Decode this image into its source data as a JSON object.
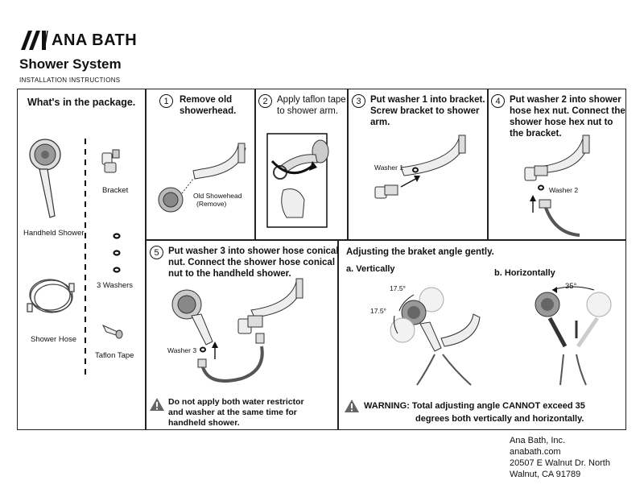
{
  "brand": {
    "name": "ANA BATH"
  },
  "header": {
    "title": "Shower System",
    "subtitle": "INSTALLATION INSTRUCTIONS"
  },
  "package": {
    "heading": "What's in the package.",
    "items": {
      "handheld": "Handheld Shower",
      "bracket": "Bracket",
      "washers": "3 Washers",
      "hose": "Shower Hose",
      "tape": "Taflon Tape"
    }
  },
  "steps": [
    {
      "num": "1",
      "lines": [
        "Remove old",
        "showerhead."
      ],
      "labels": [
        "Old Showehead",
        "(Remove)"
      ]
    },
    {
      "num": "2",
      "lines": [
        "Apply taflon tape",
        "to shower arm."
      ]
    },
    {
      "num": "3",
      "lines": [
        "Put washer 1 into bracket.",
        "Screw bracket to shower",
        "arm."
      ],
      "labels": [
        "Washer 1"
      ]
    },
    {
      "num": "4",
      "lines": [
        "Put washer 2 into shower",
        "hose hex nut. Connect the",
        "shower hose hex nut to",
        "the bracket."
      ],
      "labels": [
        "Washer 2"
      ]
    },
    {
      "num": "5",
      "lines": [
        "Put washer 3 into shower hose conical",
        "nut. Connect the shower hose conical",
        "nut to the handheld shower."
      ],
      "labels": [
        "Washer 3"
      ]
    }
  ],
  "notice": {
    "lines": [
      "Do not apply both water restrictor",
      "and washer at the same time for",
      "handheld shower."
    ]
  },
  "adjust": {
    "heading": "Adjusting the braket angle gently.",
    "vertical": "a. Vertically",
    "horizontal": "b. Horizontally",
    "angle_v1": "17.5°",
    "angle_v2": "17.5°",
    "angle_h": "35°",
    "warning_1": "WARNING: Total adjusting angle CANNOT exceed 35",
    "warning_2": "degrees both vertically and horizontally."
  },
  "footer": {
    "lines": [
      "Ana Bath, Inc.",
      "anabath.com",
      "20507 E Walnut Dr. North",
      "Walnut, CA 91789"
    ]
  }
}
